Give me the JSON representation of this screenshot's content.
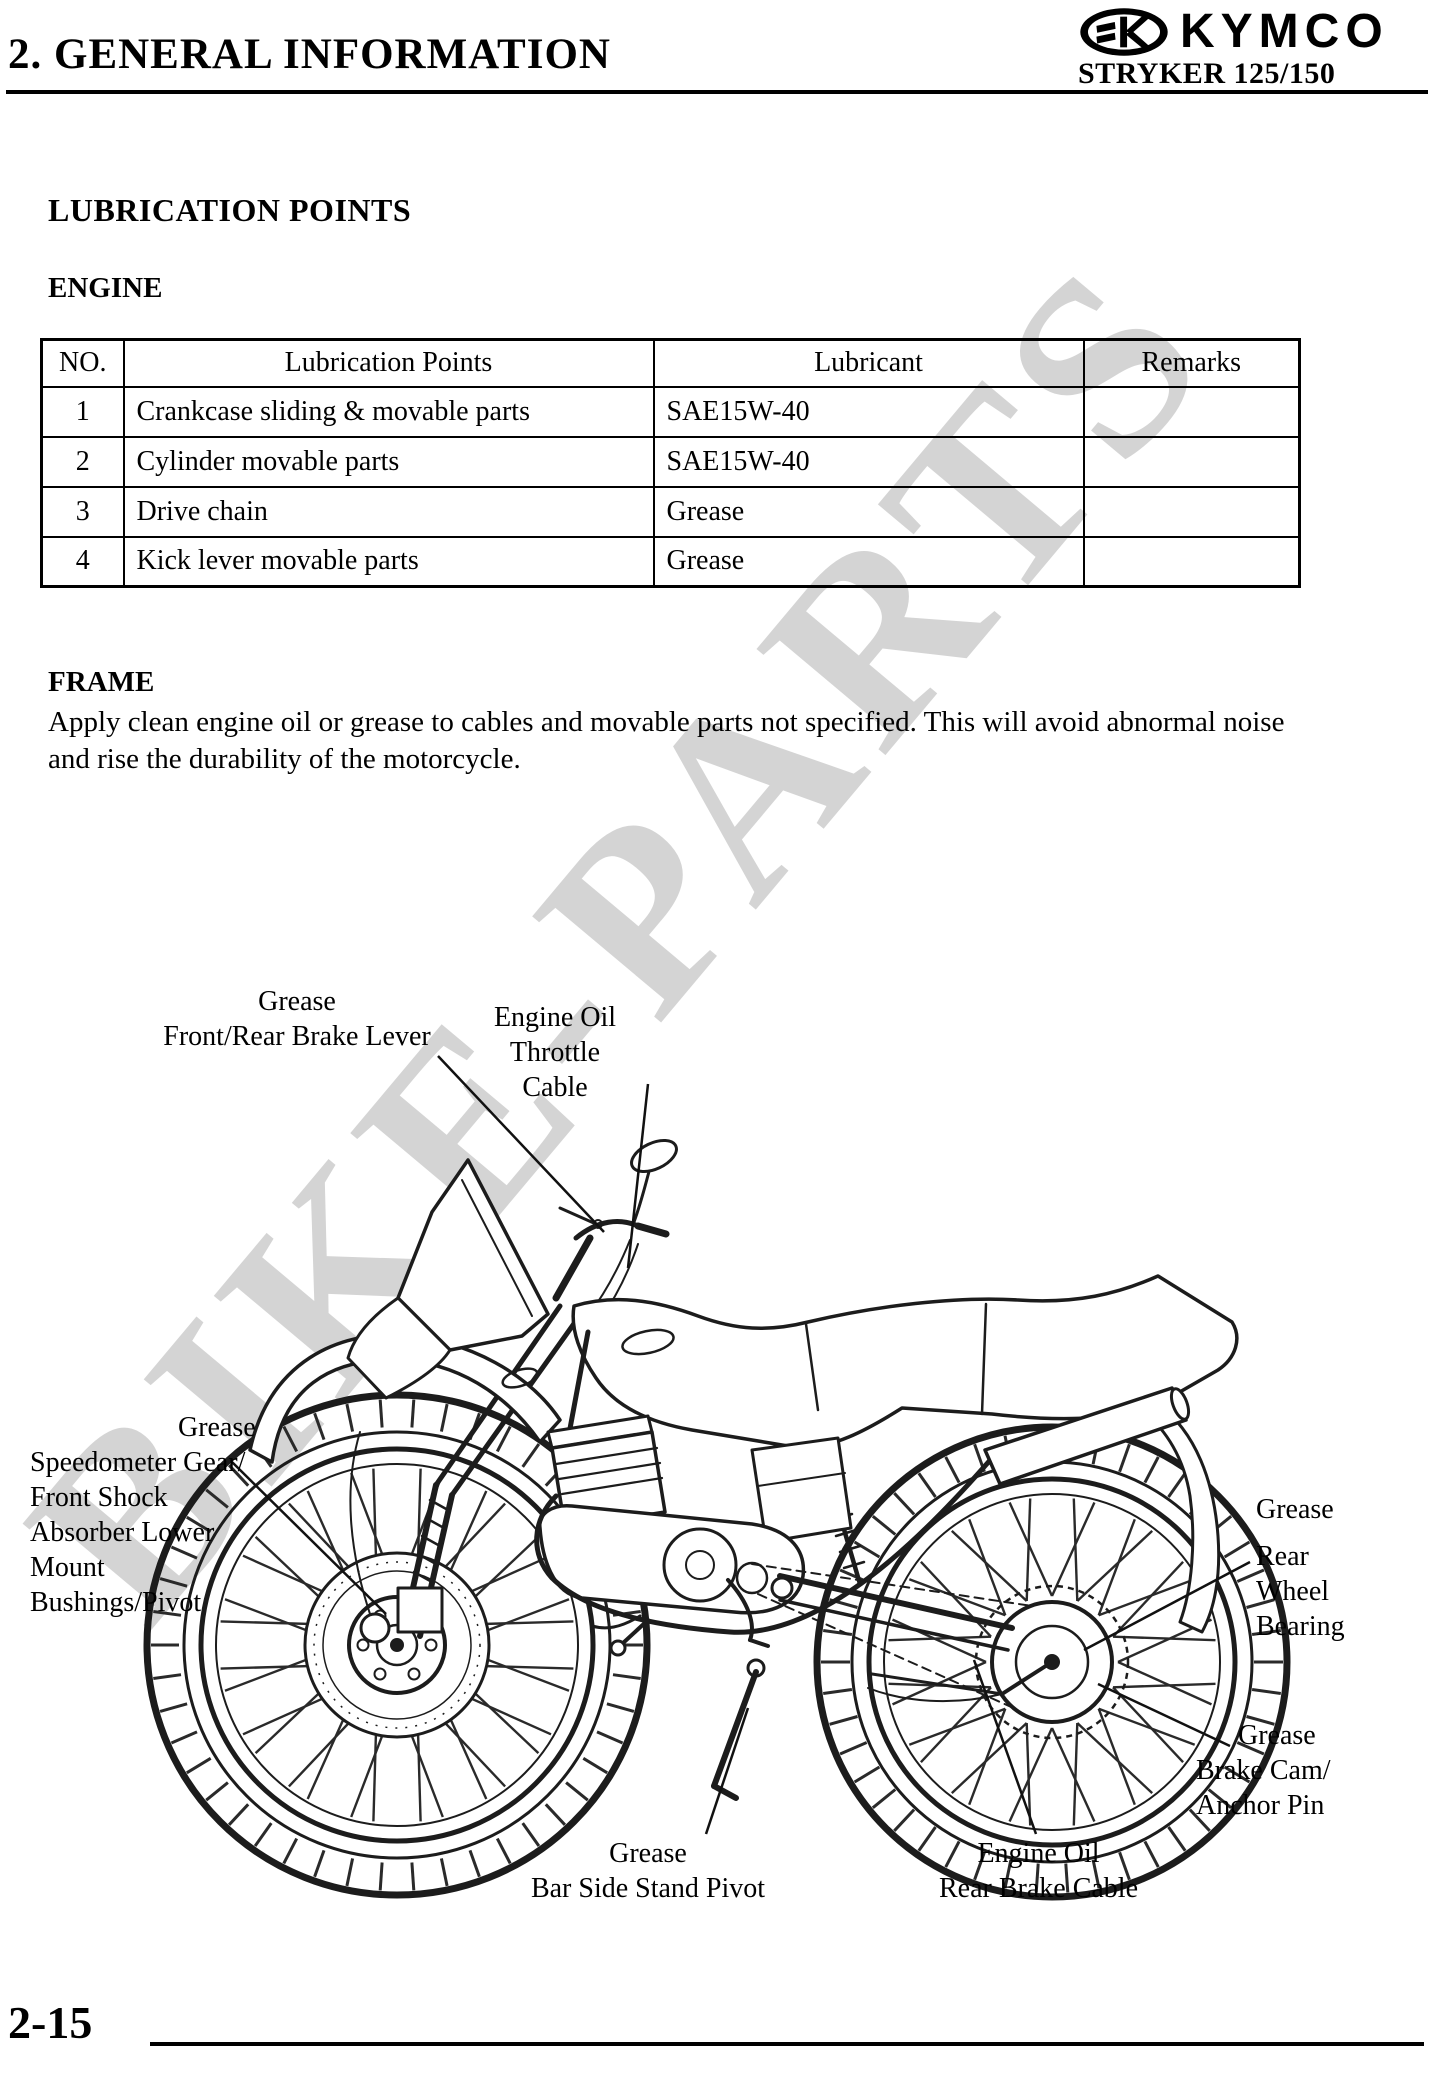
{
  "header": {
    "section_title": "2. GENERAL INFORMATION",
    "brand": "KYMCO",
    "model": "STRYKER 125/150"
  },
  "watermark": "BIKE-PARTS",
  "page": {
    "title": "LUBRICATION POINTS",
    "page_number": "2-15"
  },
  "engine": {
    "heading": "ENGINE",
    "table": {
      "headers": [
        "NO.",
        "Lubrication Points",
        "Lubricant",
        "Remarks"
      ],
      "rows": [
        {
          "no": "1",
          "point": "Crankcase sliding & movable parts",
          "lubricant": "SAE15W-40",
          "remarks": ""
        },
        {
          "no": "2",
          "point": "Cylinder movable parts",
          "lubricant": "SAE15W-40",
          "remarks": ""
        },
        {
          "no": "3",
          "point": "Drive chain",
          "lubricant": "Grease",
          "remarks": ""
        },
        {
          "no": "4",
          "point": "Kick lever movable parts",
          "lubricant": "Grease",
          "remarks": ""
        }
      ]
    }
  },
  "frame": {
    "heading": "FRAME",
    "body": "Apply clean engine oil or grease to cables and movable parts not specified. This will avoid abnormal noise and rise the durability of the motorcycle."
  },
  "diagram": {
    "labels": {
      "brake_lever": {
        "tag": "Grease",
        "text": "Front/Rear Brake Lever"
      },
      "throttle": {
        "tag": "Engine Oil",
        "text": "Throttle Cable"
      },
      "front_shock": {
        "tag": "Grease",
        "text": "Speedometer Gear/\nFront Shock\nAbsorber Lower\nMount\nBushings/Pivot"
      },
      "rear_wheel_bearing": {
        "tag": "Grease",
        "text": "Rear\nWheel\nBearing"
      },
      "brake_cam": {
        "tag": "Grease",
        "text": "Brake Cam/\nAnchor Pin"
      },
      "side_stand": {
        "tag": "Grease",
        "text": "Bar Side Stand Pivot"
      },
      "rear_brake_cable": {
        "tag": "Engine Oil",
        "text": "Rear Brake Cable"
      }
    }
  }
}
